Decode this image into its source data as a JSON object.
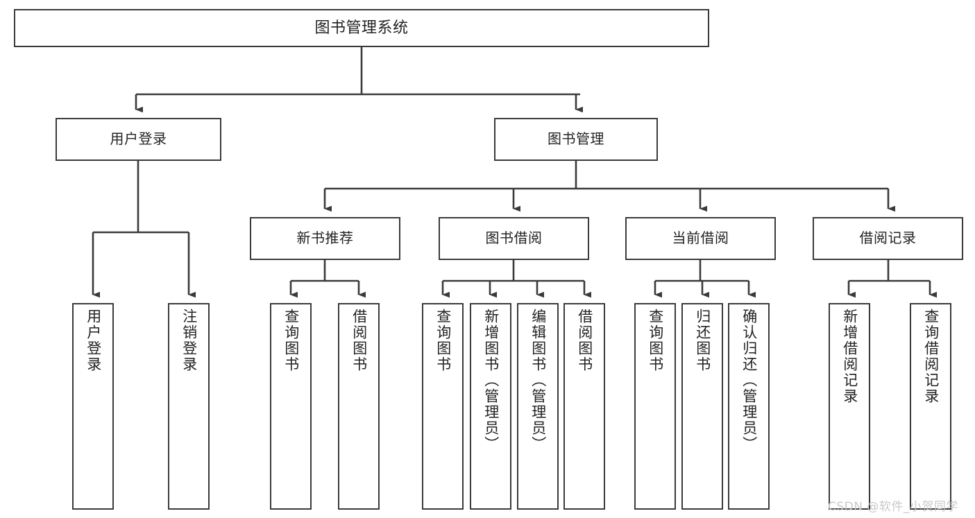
{
  "diagram": {
    "type": "tree",
    "title": "图书管理系统",
    "watermark": "CSDN @软件_小贺同学",
    "colors": {
      "box_border": "#3a3a3a",
      "box_fill": "#ffffff",
      "connector": "#3a3a3a",
      "text": "#222222",
      "watermark": "#c9c9c9"
    },
    "root": {
      "label": "图书管理系统"
    },
    "level2": [
      {
        "id": "user-login",
        "label": "用户登录"
      },
      {
        "id": "book-manage",
        "label": "图书管理"
      }
    ],
    "level3": [
      {
        "id": "new-book-recommend",
        "label": "新书推荐",
        "parent": "book-manage"
      },
      {
        "id": "book-borrow",
        "label": "图书借阅",
        "parent": "book-manage"
      },
      {
        "id": "current-borrow",
        "label": "当前借阅",
        "parent": "book-manage"
      },
      {
        "id": "borrow-record",
        "label": "借阅记录",
        "parent": "book-manage"
      }
    ],
    "leaves": {
      "user_login": [
        {
          "id": "leaf-user-login",
          "label": "用户登录"
        },
        {
          "id": "leaf-logout",
          "label": "注销登录"
        }
      ],
      "new_book_recommend": [
        {
          "id": "leaf-query-book-1",
          "label": "查询图书"
        },
        {
          "id": "leaf-borrow-book-1",
          "label": "借阅图书"
        }
      ],
      "book_borrow": [
        {
          "id": "leaf-query-book-2",
          "label": "查询图书"
        },
        {
          "id": "leaf-add-book",
          "label": "新增图书（管理员）"
        },
        {
          "id": "leaf-edit-book",
          "label": "编辑图书（管理员）"
        },
        {
          "id": "leaf-borrow-book-2",
          "label": "借阅图书"
        }
      ],
      "current_borrow": [
        {
          "id": "leaf-query-book-3",
          "label": "查询图书"
        },
        {
          "id": "leaf-return-book",
          "label": "归还图书"
        },
        {
          "id": "leaf-confirm-return",
          "label": "确认归还（管理员）"
        }
      ],
      "borrow_record": [
        {
          "id": "leaf-add-record",
          "label": "新增借阅记录"
        },
        {
          "id": "leaf-query-record",
          "label": "查询借阅记录"
        }
      ]
    }
  }
}
